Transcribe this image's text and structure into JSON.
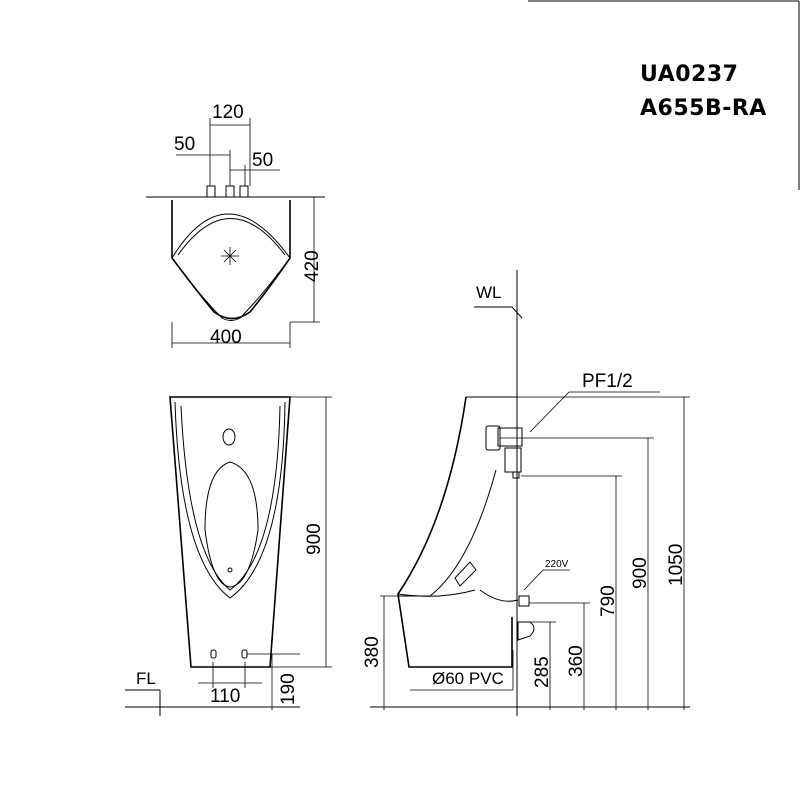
{
  "model_codes": [
    "UA0237",
    "A655B-RA"
  ],
  "top_view": {
    "dims": {
      "width_total": "400",
      "depth": "420",
      "spacing": "120",
      "left_offset": "50",
      "right_offset": "50"
    }
  },
  "front_view": {
    "dims": {
      "height": "900",
      "hole_spacing": "110",
      "hole_height": "190"
    },
    "floor_label": "FL"
  },
  "side_view": {
    "wall_label": "WL",
    "supply_label": "PF1/2",
    "power_label": "220V",
    "drain_label": "Ø60 PVC",
    "dims": {
      "h380": "380",
      "h285": "285",
      "h360": "360",
      "h790": "790",
      "h900": "900",
      "h1050": "1050"
    }
  }
}
